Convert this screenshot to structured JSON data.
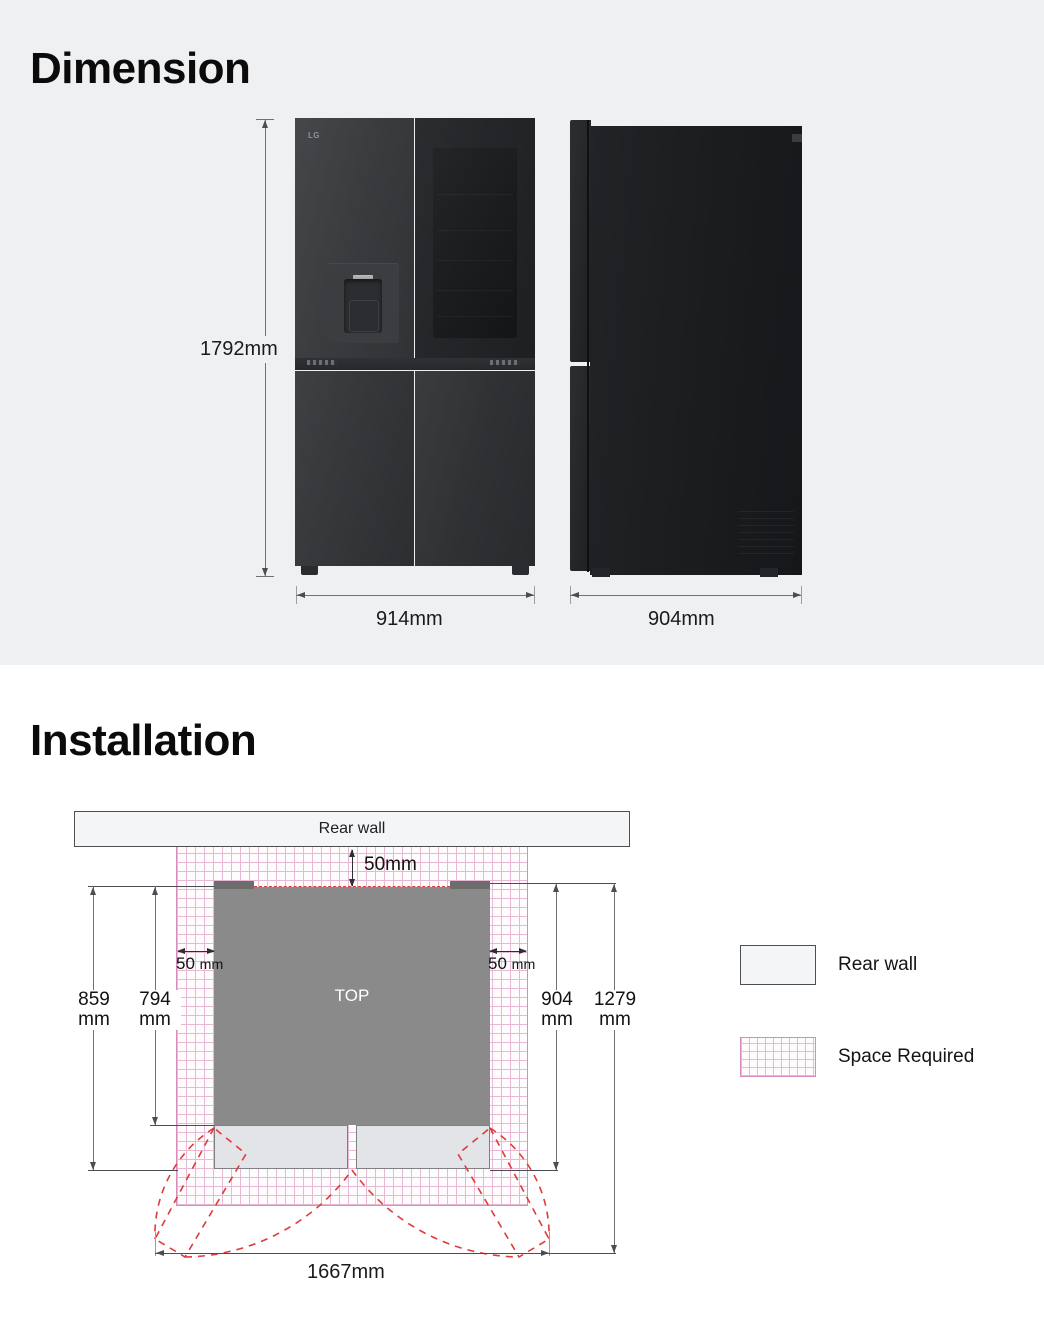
{
  "sections": {
    "dimension": {
      "title": "Dimension",
      "height_label": "1792mm",
      "front_width_label": "914mm",
      "side_depth_label": "904mm",
      "product_brand": "LG"
    },
    "installation": {
      "title": "Installation",
      "rear_wall_label": "Rear wall",
      "top_label": "TOP",
      "clearance_rear": "50mm",
      "clearance_left": "50",
      "clearance_left_unit": "mm",
      "clearance_right": "50",
      "clearance_right_unit": "mm",
      "dim_859": "859",
      "dim_859_unit": "mm",
      "dim_794": "794",
      "dim_794_unit": "mm",
      "dim_904": "904",
      "dim_904_unit": "mm",
      "dim_1279": "1279",
      "dim_1279_unit": "mm",
      "door_swing_width": "1667mm"
    }
  },
  "legend": {
    "items": [
      {
        "label": "Rear wall",
        "swatch": "rear-wall-swatch"
      },
      {
        "label": "Space Required",
        "swatch": "space-required-swatch"
      }
    ]
  },
  "colors": {
    "dimension_background": "#eff0f2",
    "installation_background": "#ffffff",
    "space_required_grid": "#e8b9d2",
    "space_required_border": "#d98bbb",
    "door_swing_dash": "#e03a3a",
    "top_body": "#8a8a8a",
    "rear_wall_fill": "#f4f5f7"
  }
}
